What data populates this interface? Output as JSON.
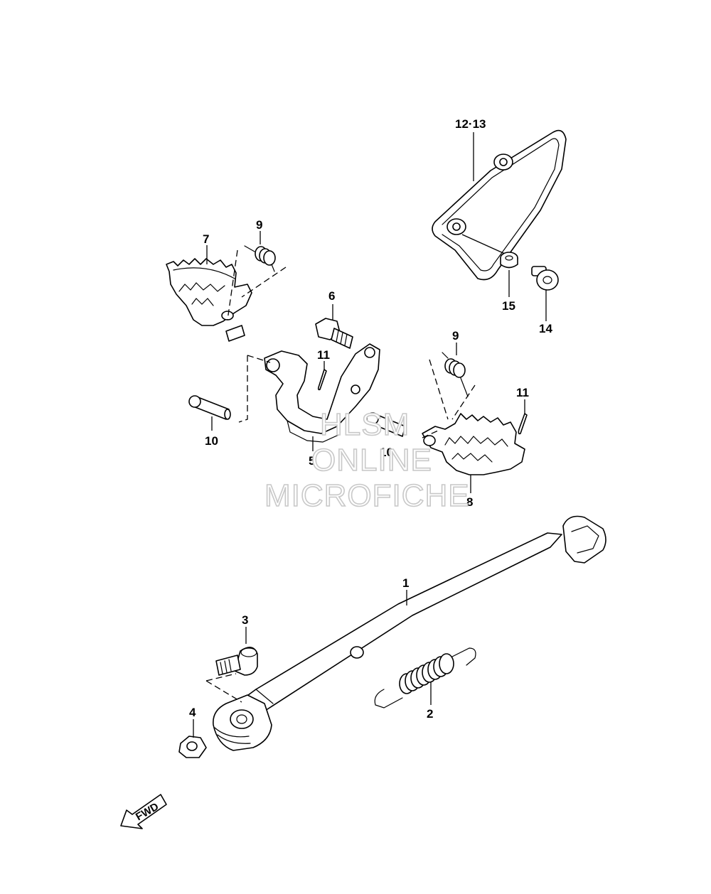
{
  "callouts": {
    "c1": "1",
    "c2": "2",
    "c3": "3",
    "c4": "4",
    "c5": "5",
    "c6": "6",
    "c7": "7",
    "c8": "8",
    "c9a": "9",
    "c9b": "9",
    "c10a": "10",
    "c10b": "10",
    "c11a": "11",
    "c11b": "11",
    "c12_13": "12·13",
    "c14": "14",
    "c15": "15"
  },
  "watermark": {
    "line1": "HLSM",
    "line2": "ONLINE",
    "line3": "MICROFICHE"
  },
  "fwd": {
    "label": "FWD"
  }
}
